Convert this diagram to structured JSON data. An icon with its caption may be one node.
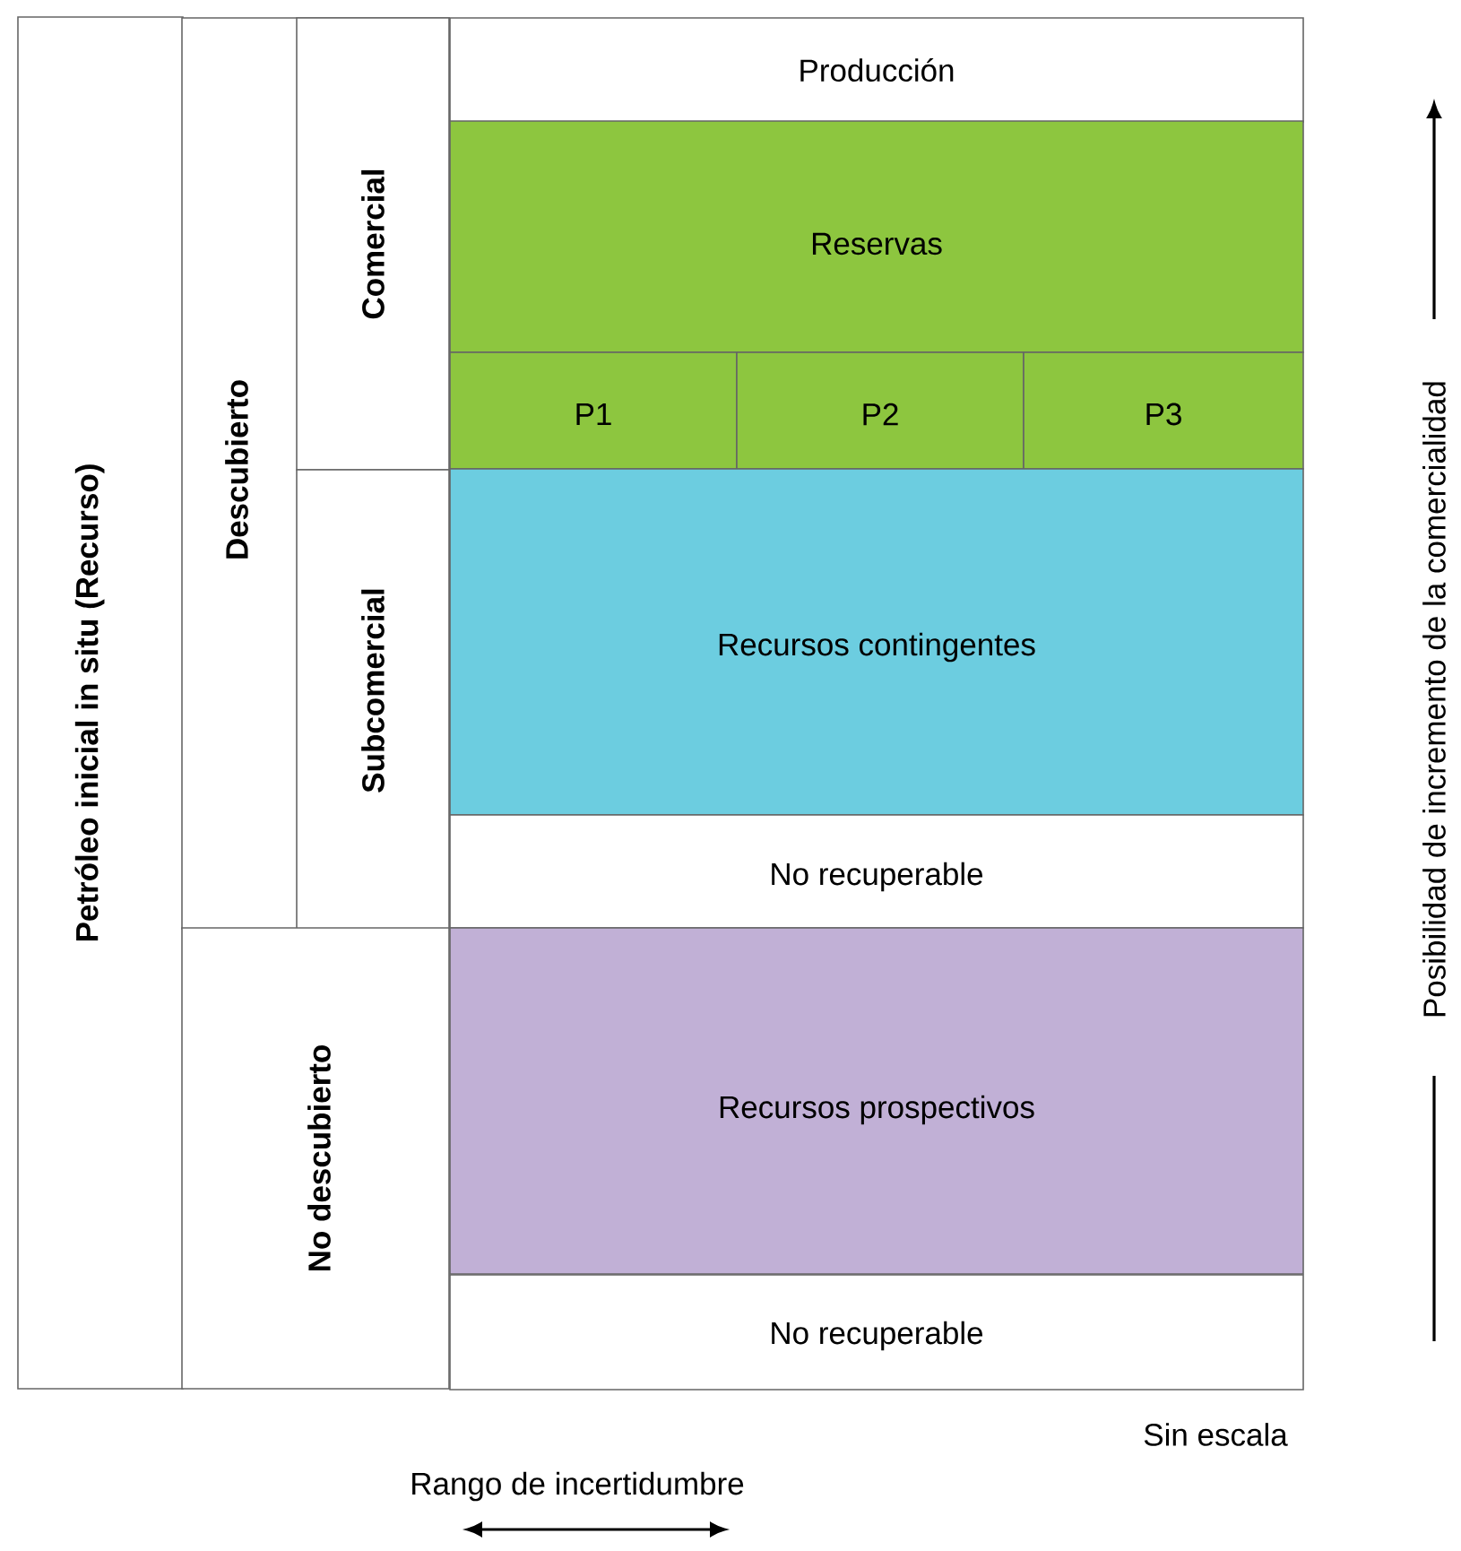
{
  "diagram": {
    "nodes": [
      {
        "text": [
          "Petróleo inicial in situ (Recurso)"
        ]
      },
      {
        "text": [
          "Descubierto"
        ]
      },
      {
        "text": [
          "Comercial"
        ],
        "in": 1
      },
      {
        "text": [
          "Subcomercial"
        ],
        "in": 1
      },
      {
        "text": [
          "No descubierto"
        ]
      },
      {
        "text": [
          "Producción"
        ]
      },
      {
        "text": [
          "Reservas"
        ]
      },
      {
        "text": [
          "P1"
        ]
      },
      {
        "text": [
          "P2"
        ]
      },
      {
        "text": [
          "P3"
        ]
      },
      {
        "text": [
          "Recursos contingentes"
        ]
      },
      {
        "text": [
          "No recuperable"
        ]
      },
      {
        "text": [
          "Recursos prospectivos"
        ]
      },
      {
        "text": [
          "No recuperable"
        ]
      }
    ],
    "labels": [
      "Posibilidad de incremento de la comercialidad",
      "Sin escala",
      "Rango de incertidumbre"
    ]
  }
}
